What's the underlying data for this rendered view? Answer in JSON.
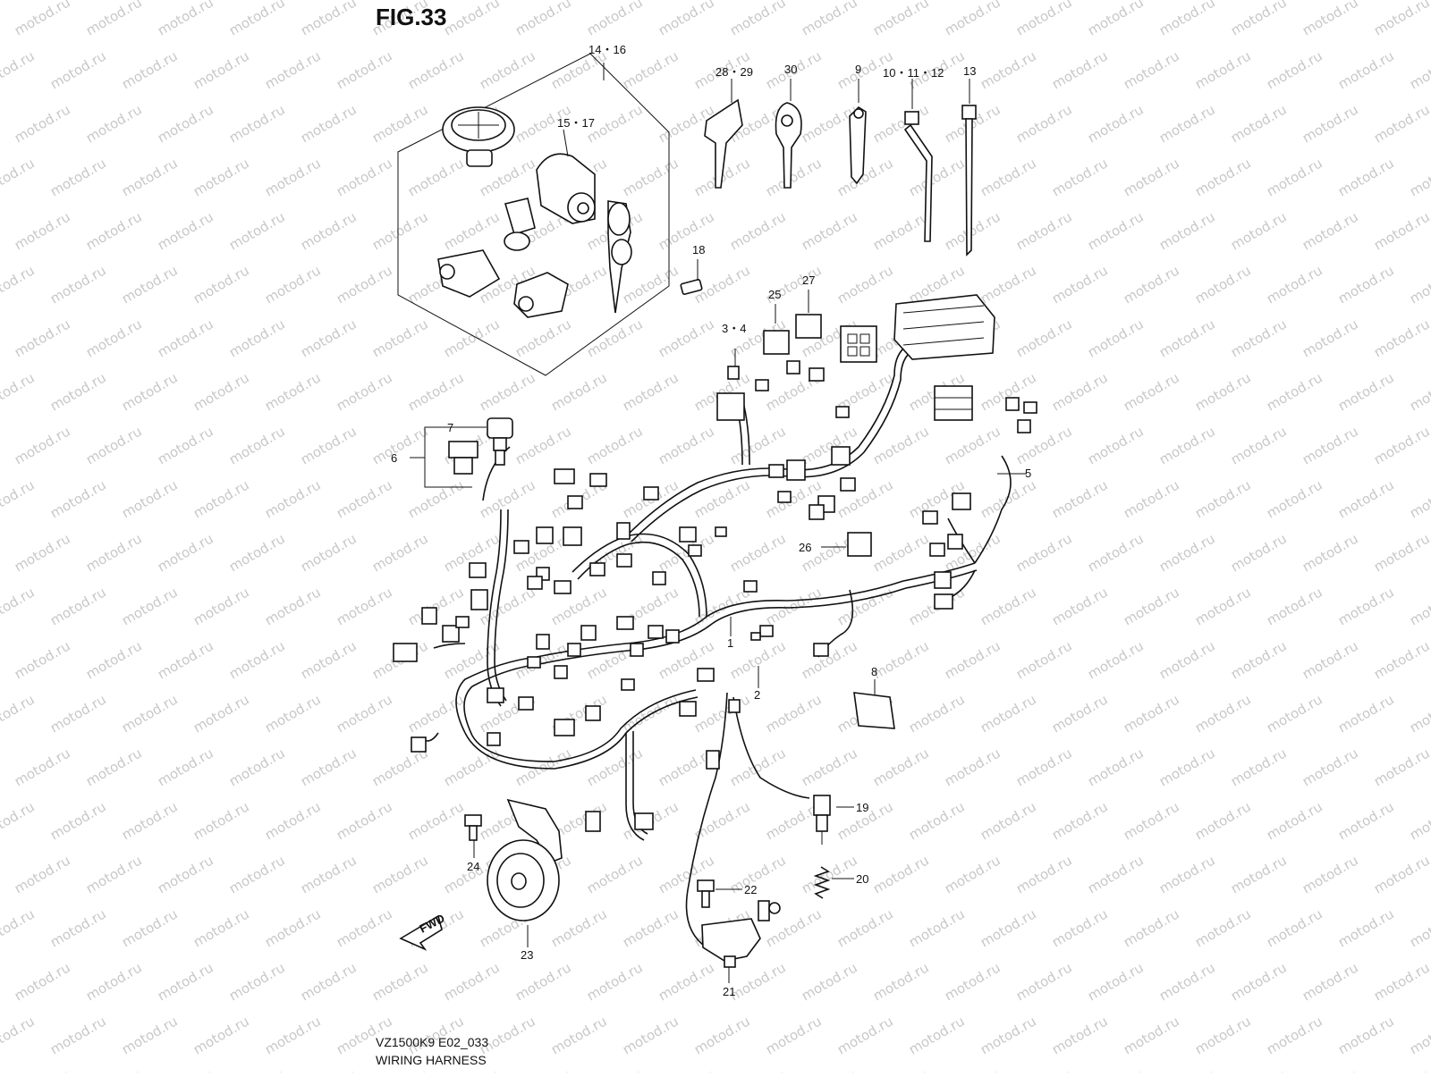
{
  "header": {
    "title": "FIG.33"
  },
  "footer": {
    "code": "VZ1500K9 E02_033",
    "caption": "WIRING HARNESS"
  },
  "watermark": {
    "text": "motod.ru",
    "color": "#c8c8c8"
  },
  "fwd_marker": {
    "label": "FWD"
  },
  "callouts": {
    "c1": "1",
    "c2": "2",
    "c3_4": "3・4",
    "c5": "5",
    "c6": "6",
    "c7": "7",
    "c8": "8",
    "c9": "9",
    "c10_11_12": "10・11・12",
    "c13": "13",
    "c14_16": "14・16",
    "c15_17": "15・17",
    "c18": "18",
    "c19": "19",
    "c20": "20",
    "c21": "21",
    "c22": "22",
    "c23": "23",
    "c24": "24",
    "c25": "25",
    "c26": "26",
    "c27": "27",
    "c28_29": "28・29",
    "c30": "30"
  },
  "icons": [
    "ignition-switch-icon",
    "key-icon",
    "fuse-icon",
    "cable-tie-icon",
    "connector-icon",
    "horn-icon",
    "sensor-icon",
    "bolt-icon",
    "spring-icon"
  ]
}
